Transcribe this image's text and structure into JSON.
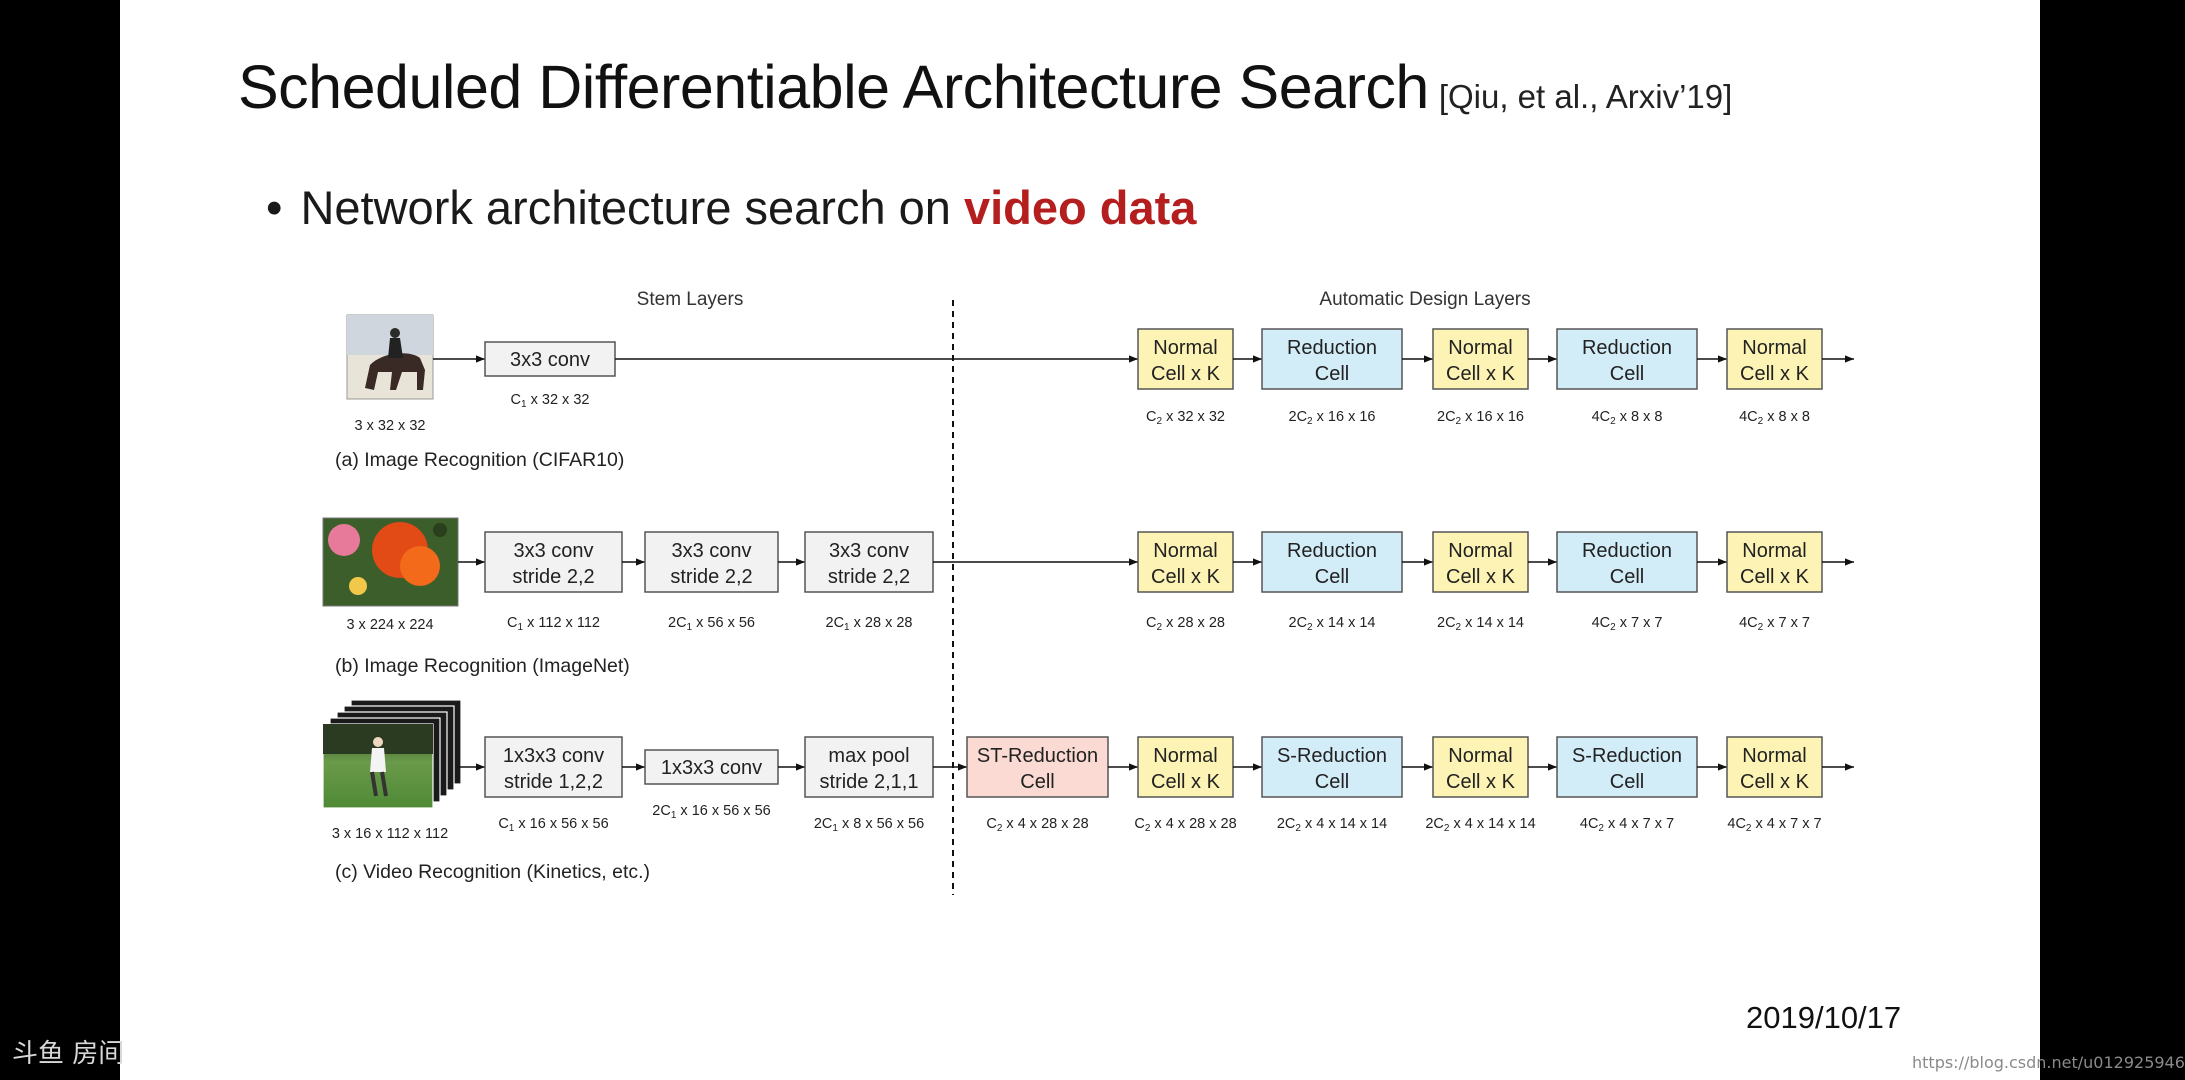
{
  "slide": {
    "title": "Scheduled Differentiable Architecture Search",
    "citation": "[Qiu, et al., Arxiv’19]",
    "bullet": "Network architecture search on ",
    "bullet_highlight": "video data",
    "date": "2019/10/17"
  },
  "diagram": {
    "sections": [
      "Stem Layers",
      "Automatic Design Layers"
    ],
    "rows": [
      {
        "caption": "(a) Image Recognition (CIFAR10)",
        "input_dim": "3 x 32 x 32",
        "image": "horse-rider-thumbnail",
        "stem": [
          {
            "lines": [
              "3x3 conv"
            ],
            "dim": [
              "C",
              "1",
              " x 32 x 32"
            ]
          }
        ],
        "cells": [
          {
            "type": "normal",
            "lines": [
              "Normal",
              "Cell x K"
            ],
            "dim": [
              "C",
              "2",
              " x 32 x 32"
            ]
          },
          {
            "type": "reduction",
            "lines": [
              "Reduction",
              "Cell"
            ],
            "dim": [
              "2C",
              "2",
              " x 16 x 16"
            ]
          },
          {
            "type": "normal",
            "lines": [
              "Normal",
              "Cell x K"
            ],
            "dim": [
              "2C",
              "2",
              " x 16 x 16"
            ]
          },
          {
            "type": "reduction",
            "lines": [
              "Reduction",
              "Cell"
            ],
            "dim": [
              "4C",
              "2",
              " x 8 x 8"
            ]
          },
          {
            "type": "normal",
            "lines": [
              "Normal",
              "Cell x K"
            ],
            "dim": [
              "4C",
              "2",
              " x 8 x 8"
            ]
          }
        ]
      },
      {
        "caption": "(b) Image Recognition (ImageNet)",
        "input_dim": "3 x 224 x 224",
        "image": "flower-thumbnail",
        "stem": [
          {
            "lines": [
              "3x3 conv",
              "stride 2,2"
            ],
            "dim": [
              "C",
              "1",
              " x 112 x 112"
            ]
          },
          {
            "lines": [
              "3x3 conv",
              "stride 2,2"
            ],
            "dim": [
              "2C",
              "1",
              " x 56 x 56"
            ]
          },
          {
            "lines": [
              "3x3 conv",
              "stride 2,2"
            ],
            "dim": [
              "2C",
              "1",
              " x 28 x 28"
            ]
          }
        ],
        "cells": [
          {
            "type": "normal",
            "lines": [
              "Normal",
              "Cell x K"
            ],
            "dim": [
              "C",
              "2",
              " x 28 x 28"
            ]
          },
          {
            "type": "reduction",
            "lines": [
              "Reduction",
              "Cell"
            ],
            "dim": [
              "2C",
              "2",
              " x 14 x 14"
            ]
          },
          {
            "type": "normal",
            "lines": [
              "Normal",
              "Cell x K"
            ],
            "dim": [
              "2C",
              "2",
              " x 14 x 14"
            ]
          },
          {
            "type": "reduction",
            "lines": [
              "Reduction",
              "Cell"
            ],
            "dim": [
              "4C",
              "2",
              " x 7 x 7"
            ]
          },
          {
            "type": "normal",
            "lines": [
              "Normal",
              "Cell x K"
            ],
            "dim": [
              "4C",
              "2",
              " x 7 x 7"
            ]
          }
        ]
      },
      {
        "caption": "(c) Video Recognition (Kinetics, etc.)",
        "input_dim": "3 x 16 x 112 x 112",
        "image": "golf-video-frames-thumbnail",
        "stem": [
          {
            "lines": [
              "1x3x3 conv",
              "stride 1,2,2"
            ],
            "dim": [
              "C",
              "1",
              " x 16 x 56 x 56"
            ]
          },
          {
            "lines": [
              "1x3x3 conv"
            ],
            "dim": [
              "2C",
              "1",
              " x 16 x 56 x 56"
            ]
          },
          {
            "lines": [
              "max pool",
              "stride 2,1,1"
            ],
            "dim": [
              "2C",
              "1",
              " x 8 x 56 x 56"
            ]
          }
        ],
        "cells": [
          {
            "type": "st",
            "lines": [
              "ST-Reduction",
              "Cell"
            ],
            "dim": [
              "C",
              "2",
              " x 4 x 28 x 28"
            ]
          },
          {
            "type": "normal",
            "lines": [
              "Normal",
              "Cell x K"
            ],
            "dim": [
              "C",
              "2",
              " x 4 x 28 x 28"
            ]
          },
          {
            "type": "reduction",
            "lines": [
              "S-Reduction",
              "Cell"
            ],
            "dim": [
              "2C",
              "2",
              " x 4 x 14 x 14"
            ]
          },
          {
            "type": "normal",
            "lines": [
              "Normal",
              "Cell x K"
            ],
            "dim": [
              "2C",
              "2",
              " x 4 x 14 x 14"
            ]
          },
          {
            "type": "reduction",
            "lines": [
              "S-Reduction",
              "Cell"
            ],
            "dim": [
              "4C",
              "2",
              " x 4 x 7 x 7"
            ]
          },
          {
            "type": "normal",
            "lines": [
              "Normal",
              "Cell x K"
            ],
            "dim": [
              "4C",
              "2",
              " x 4 x 7 x 7"
            ]
          }
        ]
      }
    ],
    "colors": {
      "stem_fill": "#f2f2f2",
      "normal_fill": "#fdf3b4",
      "reduction_fill": "#d2ecf8",
      "st_fill": "#fadad2",
      "stroke": "#555555",
      "accent": "#b51e1e"
    }
  },
  "watermarks": {
    "left": "斗鱼 房间",
    "right": "https://blog.csdn.net/u012925946"
  }
}
